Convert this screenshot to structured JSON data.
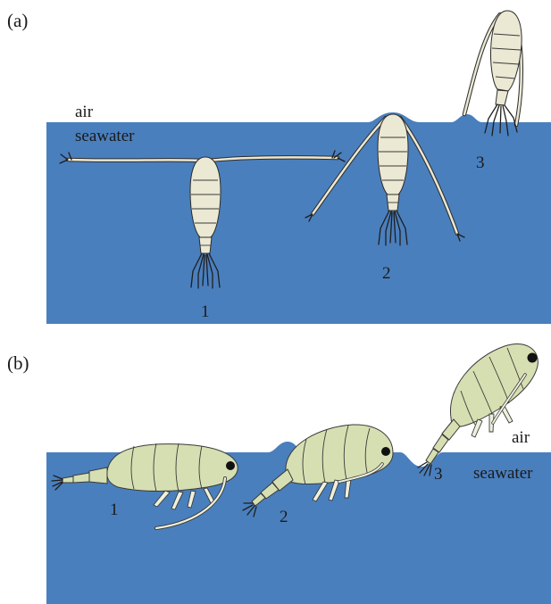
{
  "figure": {
    "panel_a": {
      "label": "(a)",
      "air_label": "air",
      "seawater_label": "seawater",
      "stages": [
        "1",
        "2",
        "3"
      ]
    },
    "panel_b": {
      "label": "(b)",
      "air_label": "air",
      "seawater_label": "seawater",
      "stages": [
        "1",
        "2",
        "3"
      ]
    }
  },
  "colors": {
    "seawater": "#4a7fbd",
    "copepod_a_body": "#ebe8d3",
    "copepod_b_body": "#d6dfb2",
    "outline": "#2b2b2b"
  }
}
